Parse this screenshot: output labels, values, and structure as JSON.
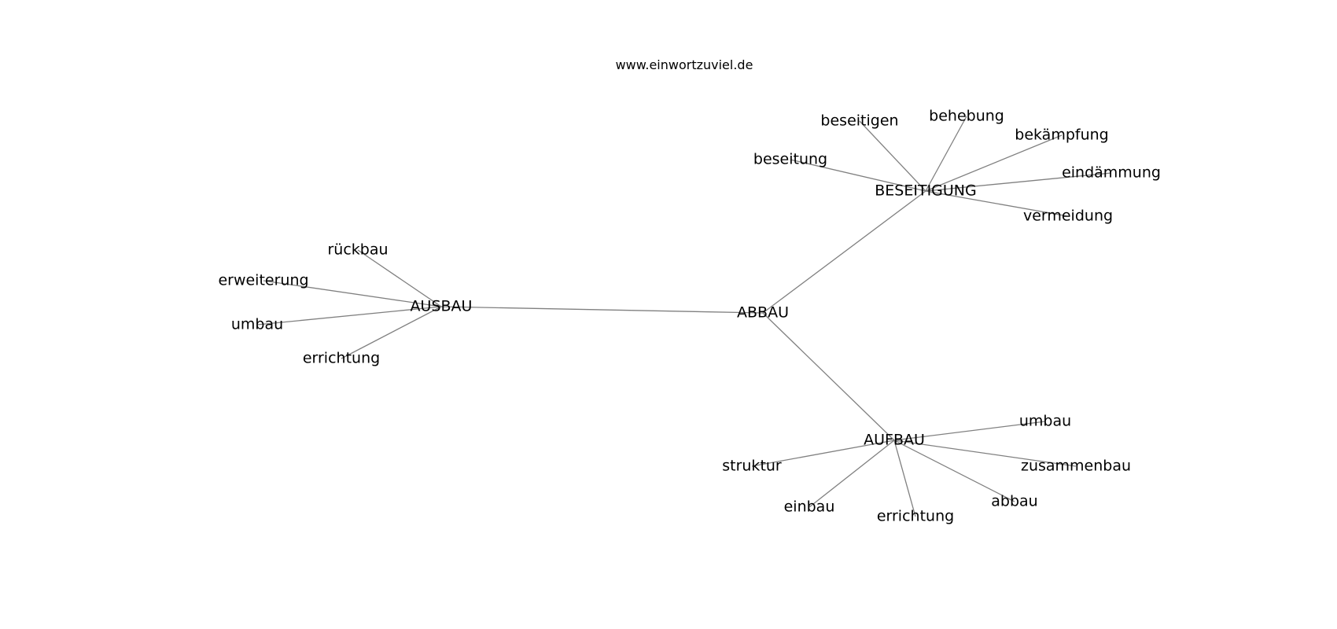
{
  "site": "www.einwortzuviel.de",
  "graph": {
    "nodes": [
      {
        "id": "abbau_center",
        "label": "ABBAU"
      },
      {
        "id": "beseitigung",
        "label": "BESEITIGUNG"
      },
      {
        "id": "ausbau",
        "label": "AUSBAU"
      },
      {
        "id": "aufbau",
        "label": "AUFBAU"
      },
      {
        "id": "beseitigen",
        "label": "beseitigen"
      },
      {
        "id": "behebung",
        "label": "behebung"
      },
      {
        "id": "bekaempfung",
        "label": "bekämpfung"
      },
      {
        "id": "beseitung",
        "label": "beseitung"
      },
      {
        "id": "eindaemmung",
        "label": "eindämmung"
      },
      {
        "id": "vermeidung",
        "label": "vermeidung"
      },
      {
        "id": "rueckbau",
        "label": "rückbau"
      },
      {
        "id": "erweiterung",
        "label": "erweiterung"
      },
      {
        "id": "umbau_1",
        "label": "umbau"
      },
      {
        "id": "errichtung_1",
        "label": "errichtung"
      },
      {
        "id": "umbau_2",
        "label": "umbau"
      },
      {
        "id": "zusammenbau",
        "label": "zusammenbau"
      },
      {
        "id": "struktur",
        "label": "struktur"
      },
      {
        "id": "abbau_leaf",
        "label": "abbau"
      },
      {
        "id": "einbau",
        "label": "einbau"
      },
      {
        "id": "errichtung_2",
        "label": "errichtung"
      }
    ],
    "edges": [
      [
        "abbau_center",
        "beseitigung"
      ],
      [
        "abbau_center",
        "ausbau"
      ],
      [
        "abbau_center",
        "aufbau"
      ],
      [
        "beseitigung",
        "beseitigen"
      ],
      [
        "beseitigung",
        "behebung"
      ],
      [
        "beseitigung",
        "bekaempfung"
      ],
      [
        "beseitigung",
        "beseitung"
      ],
      [
        "beseitigung",
        "eindaemmung"
      ],
      [
        "beseitigung",
        "vermeidung"
      ],
      [
        "ausbau",
        "rueckbau"
      ],
      [
        "ausbau",
        "erweiterung"
      ],
      [
        "ausbau",
        "umbau_1"
      ],
      [
        "ausbau",
        "errichtung_1"
      ],
      [
        "aufbau",
        "umbau_2"
      ],
      [
        "aufbau",
        "zusammenbau"
      ],
      [
        "aufbau",
        "struktur"
      ],
      [
        "aufbau",
        "abbau_leaf"
      ],
      [
        "aufbau",
        "einbau"
      ],
      [
        "aufbau",
        "errichtung_2"
      ]
    ]
  }
}
